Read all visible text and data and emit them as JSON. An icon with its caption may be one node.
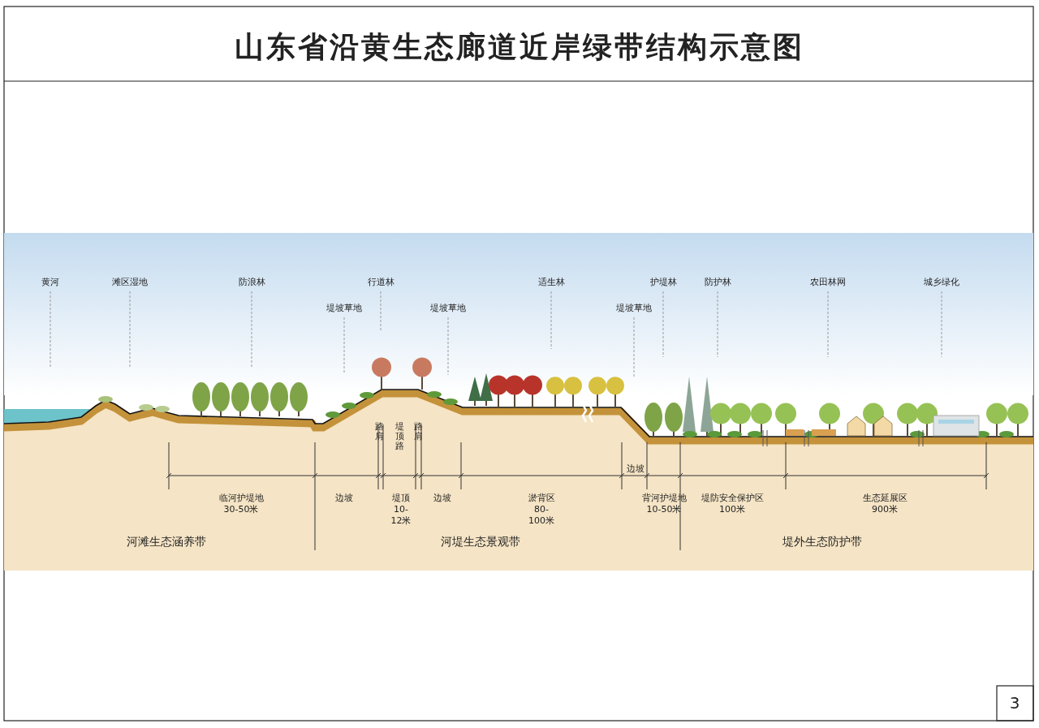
{
  "diagram": {
    "title": "山东省沿黄生态廊道近岸绿带结构示意图",
    "nodes": [
      {
        "text": [
          "黄河"
        ]
      },
      {
        "text": [
          "滩区湿地"
        ]
      },
      {
        "text": [
          "防浪林"
        ]
      },
      {
        "text": [
          "堤坡草地"
        ]
      },
      {
        "text": [
          "行道林"
        ]
      },
      {
        "text": [
          "堤坡草地"
        ]
      },
      {
        "text": [
          "适生林"
        ]
      },
      {
        "text": [
          "堤坡草地"
        ]
      },
      {
        "text": [
          "护堤林"
        ]
      },
      {
        "text": [
          "防护林"
        ]
      },
      {
        "text": [
          "农田林网"
        ]
      },
      {
        "text": [
          "城乡绿化"
        ]
      }
    ],
    "edges": [
      {
        "from": 0,
        "to": null,
        "arrow": "none",
        "style": "dashed"
      },
      {
        "from": 1,
        "to": null,
        "arrow": "none",
        "style": "dashed"
      },
      {
        "from": 2,
        "to": null,
        "arrow": "none",
        "style": "dashed"
      },
      {
        "from": 3,
        "to": null,
        "arrow": "none",
        "style": "dashed"
      },
      {
        "from": 4,
        "to": null,
        "arrow": "none",
        "style": "dashed"
      },
      {
        "from": 5,
        "to": null,
        "arrow": "none",
        "style": "dashed"
      },
      {
        "from": 6,
        "to": null,
        "arrow": "none",
        "style": "dashed"
      },
      {
        "from": 7,
        "to": null,
        "arrow": "none",
        "style": "dashed"
      },
      {
        "from": 8,
        "to": null,
        "arrow": "none",
        "style": "dashed"
      },
      {
        "from": 9,
        "to": null,
        "arrow": "none",
        "style": "dashed"
      },
      {
        "from": 10,
        "to": null,
        "arrow": "none",
        "style": "dashed"
      },
      {
        "from": 11,
        "to": null,
        "arrow": "none",
        "style": "dashed"
      }
    ],
    "labels": [
      "路肩",
      "堤顶路",
      "路肩",
      "边坡",
      "临河护堤地 30-50米",
      "边坡",
      "堤顶 10-12米",
      "边坡",
      "淤背区 80-100米",
      "背河护堤地 10-50米",
      "堤防安全保护区 100米",
      "生态延展区 900米",
      "河滩生态涵养带",
      "河堤生态景观带",
      "堤外生态防护带",
      "3"
    ]
  }
}
